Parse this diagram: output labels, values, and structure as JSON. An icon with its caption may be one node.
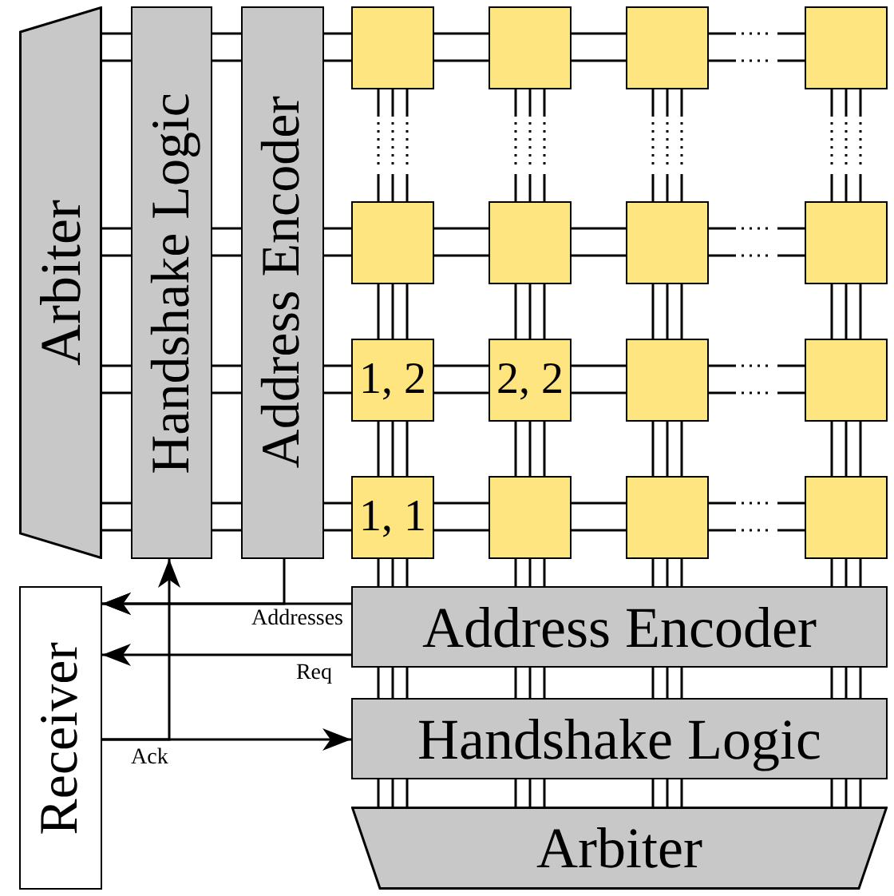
{
  "diagram": {
    "nodes": [
      {
        "text": [
          "Arbiter"
        ]
      },
      {
        "text": [
          "Handshake Logic"
        ]
      },
      {
        "text": [
          "Address Encoder"
        ]
      },
      {
        "text": [],
        "shape": "box"
      },
      {
        "text": [],
        "shape": "box"
      },
      {
        "text": [],
        "shape": "box"
      },
      {
        "text": [],
        "shape": "box"
      },
      {
        "text": [],
        "shape": "box"
      },
      {
        "text": [],
        "shape": "box"
      },
      {
        "text": [],
        "shape": "box"
      },
      {
        "text": [],
        "shape": "box"
      },
      {
        "text": [
          "1, 2"
        ]
      },
      {
        "text": [
          "2, 2"
        ]
      },
      {
        "text": [],
        "shape": "box"
      },
      {
        "text": [],
        "shape": "box"
      },
      {
        "text": [
          "1, 1"
        ]
      },
      {
        "text": [],
        "shape": "box"
      },
      {
        "text": [],
        "shape": "box"
      },
      {
        "text": [],
        "shape": "box"
      },
      {
        "text": [
          "Address Encoder"
        ]
      },
      {
        "text": [
          "Handshake Logic"
        ]
      },
      {
        "text": [
          "Arbiter"
        ]
      },
      {
        "text": [
          "Receiver"
        ]
      }
    ],
    "edges": [
      {
        "from": 0,
        "to": 1,
        "arrow": "none"
      },
      {
        "from": 1,
        "to": 2,
        "arrow": "none"
      },
      {
        "from": 2,
        "to": 3,
        "arrow": "none"
      },
      {
        "from": 3,
        "to": 4,
        "arrow": "none"
      },
      {
        "from": 4,
        "to": 5,
        "arrow": "none"
      },
      {
        "from": 5,
        "to": 6,
        "arrow": "none",
        "style": "dashed"
      },
      {
        "from": 0,
        "to": 1,
        "arrow": "none"
      },
      {
        "from": 1,
        "to": 2,
        "arrow": "none"
      },
      {
        "from": 2,
        "to": 7,
        "arrow": "none"
      },
      {
        "from": 7,
        "to": 8,
        "arrow": "none"
      },
      {
        "from": 8,
        "to": 9,
        "arrow": "none"
      },
      {
        "from": 9,
        "to": 10,
        "arrow": "none",
        "style": "dashed"
      },
      {
        "from": 0,
        "to": 1,
        "arrow": "none"
      },
      {
        "from": 1,
        "to": 2,
        "arrow": "none"
      },
      {
        "from": 2,
        "to": 11,
        "arrow": "none"
      },
      {
        "from": 11,
        "to": 12,
        "arrow": "none"
      },
      {
        "from": 12,
        "to": 13,
        "arrow": "none"
      },
      {
        "from": 13,
        "to": 14,
        "arrow": "none",
        "style": "dashed"
      },
      {
        "from": 0,
        "to": 1,
        "arrow": "none"
      },
      {
        "from": 1,
        "to": 2,
        "arrow": "none"
      },
      {
        "from": 2,
        "to": 15,
        "arrow": "none"
      },
      {
        "from": 15,
        "to": 16,
        "arrow": "none"
      },
      {
        "from": 16,
        "to": 17,
        "arrow": "none"
      },
      {
        "from": 17,
        "to": 18,
        "arrow": "none",
        "style": "dashed"
      },
      {
        "from": 3,
        "to": 7,
        "arrow": "none",
        "style": "dashed"
      },
      {
        "from": 7,
        "to": 11,
        "arrow": "none"
      },
      {
        "from": 11,
        "to": 15,
        "arrow": "none"
      },
      {
        "from": 15,
        "to": 19,
        "arrow": "none"
      },
      {
        "from": 19,
        "to": 20,
        "arrow": "none"
      },
      {
        "from": 20,
        "to": 21,
        "arrow": "none"
      },
      {
        "from": 4,
        "to": 8,
        "arrow": "none",
        "style": "dashed"
      },
      {
        "from": 8,
        "to": 12,
        "arrow": "none"
      },
      {
        "from": 12,
        "to": 16,
        "arrow": "none"
      },
      {
        "from": 16,
        "to": 19,
        "arrow": "none"
      },
      {
        "from": 19,
        "to": 20,
        "arrow": "none"
      },
      {
        "from": 20,
        "to": 21,
        "arrow": "none"
      },
      {
        "from": 5,
        "to": 9,
        "arrow": "none",
        "style": "dashed"
      },
      {
        "from": 9,
        "to": 13,
        "arrow": "none"
      },
      {
        "from": 13,
        "to": 17,
        "arrow": "none"
      },
      {
        "from": 17,
        "to": 19,
        "arrow": "none"
      },
      {
        "from": 19,
        "to": 20,
        "arrow": "none"
      },
      {
        "from": 20,
        "to": 21,
        "arrow": "none"
      },
      {
        "from": 6,
        "to": 10,
        "arrow": "none",
        "style": "dashed"
      },
      {
        "from": 10,
        "to": 14,
        "arrow": "none"
      },
      {
        "from": 14,
        "to": 18,
        "arrow": "none"
      },
      {
        "from": 18,
        "to": 19,
        "arrow": "none"
      },
      {
        "from": 19,
        "to": 20,
        "arrow": "none"
      },
      {
        "from": 20,
        "to": 21,
        "arrow": "none"
      },
      {
        "from": 19,
        "to": 22,
        "arrow": "to",
        "label": "Addresses"
      },
      {
        "from": 2,
        "to": 22,
        "arrow": "to"
      },
      {
        "from": 19,
        "to": 22,
        "arrow": "to",
        "label": "Req"
      },
      {
        "from": 22,
        "to": 20,
        "arrow": "to",
        "label": "Ack"
      },
      {
        "from": 22,
        "to": 1,
        "arrow": "to"
      }
    ]
  }
}
